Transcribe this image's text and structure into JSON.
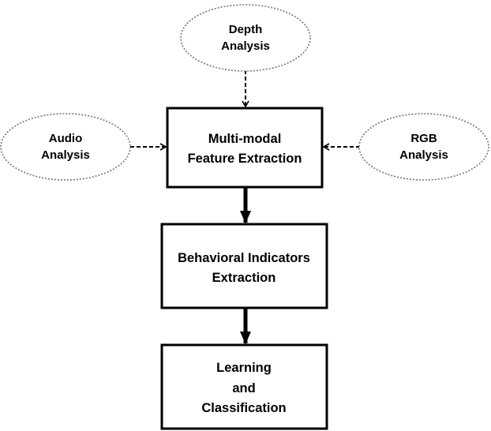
{
  "diagram": {
    "nodes": {
      "depth_analysis": {
        "lines": [
          "Depth",
          "Analysis"
        ],
        "shape": "dotted-ellipse"
      },
      "audio_analysis": {
        "lines": [
          "Audio",
          "Analysis"
        ],
        "shape": "dotted-ellipse"
      },
      "rgb_analysis": {
        "lines": [
          "RGB",
          "Analysis"
        ],
        "shape": "dotted-ellipse"
      },
      "feature_extraction": {
        "lines": [
          "Multi-modal",
          "Feature Extraction"
        ],
        "shape": "box"
      },
      "behavioral_indicators": {
        "lines": [
          "Behavioral Indicators",
          "Extraction"
        ],
        "shape": "box"
      },
      "learning_classification": {
        "lines": [
          "Learning",
          "and",
          "Classification"
        ],
        "shape": "box"
      }
    },
    "edges": [
      {
        "from": "depth_analysis",
        "to": "feature_extraction",
        "style": "dashed"
      },
      {
        "from": "audio_analysis",
        "to": "feature_extraction",
        "style": "dashed"
      },
      {
        "from": "rgb_analysis",
        "to": "feature_extraction",
        "style": "dashed"
      },
      {
        "from": "feature_extraction",
        "to": "behavioral_indicators",
        "style": "solid-thick"
      },
      {
        "from": "behavioral_indicators",
        "to": "learning_classification",
        "style": "solid-thick"
      }
    ],
    "colors": {
      "stroke": "#000000",
      "ellipse_stroke": "#777777",
      "background": "#ffffff"
    }
  }
}
